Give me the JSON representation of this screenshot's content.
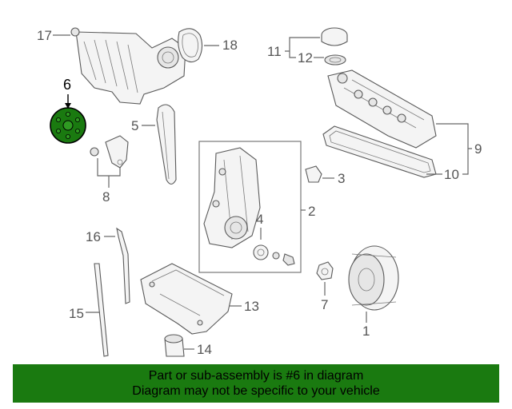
{
  "callouts": {
    "c1": "1",
    "c2": "2",
    "c3": "3",
    "c4": "4",
    "c5": "5",
    "c6": "6",
    "c7": "7",
    "c8": "8",
    "c9": "9",
    "c10": "10",
    "c11": "11",
    "c12": "12",
    "c13": "13",
    "c14": "14",
    "c15": "15",
    "c16": "16",
    "c17": "17",
    "c18": "18"
  },
  "highlight": {
    "part_number": "6",
    "color": "#1a7a10"
  },
  "banner": {
    "line1": "Part or sub-assembly is #6 in diagram",
    "line2": "Diagram may not be specific to your vehicle",
    "background": "#1a7a10"
  }
}
